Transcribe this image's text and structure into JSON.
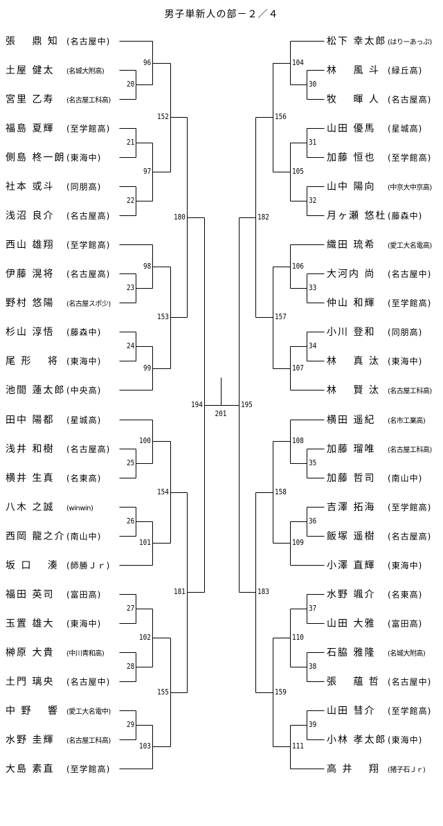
{
  "title": "男子単新人の部－２／４",
  "final": {
    "id": "201"
  },
  "left": {
    "players": [
      {
        "name": "張　 鼎 知",
        "team": "(名古屋中)"
      },
      {
        "name": "土屋 健太",
        "team": "(名城大附高)"
      },
      {
        "name": "宮里 乙寿",
        "team": "(名古屋工科高)"
      },
      {
        "name": "福島 夏輝",
        "team": "(至学館高)"
      },
      {
        "name": "側島 柊一朗",
        "team": "(東海中)"
      },
      {
        "name": "社本 或斗",
        "team": "(同朋高)"
      },
      {
        "name": "浅沼 良介",
        "team": "(名古屋高)"
      },
      {
        "name": "西山 雄翔",
        "team": "(至学館高)"
      },
      {
        "name": "伊藤 滉将",
        "team": "(名古屋高)"
      },
      {
        "name": "野村 悠陽",
        "team": "(名古屋スポ少)"
      },
      {
        "name": "杉山 淳悟",
        "team": "(藤森中)"
      },
      {
        "name": "尾 形　 将",
        "team": "(東海中)"
      },
      {
        "name": "池間 蓮太郎",
        "team": "(中央高)"
      },
      {
        "name": "田中 陽都",
        "team": "(星城高)"
      },
      {
        "name": "浅井 和樹",
        "team": "(名古屋高)"
      },
      {
        "name": "横井 生真",
        "team": "(名東高)"
      },
      {
        "name": "八木 之誠",
        "team": "(winwin)"
      },
      {
        "name": "西岡 龍之介",
        "team": "(南山中)"
      },
      {
        "name": "坂 口　 湊",
        "team": "(師勝Ｊｒ)"
      },
      {
        "name": "福田 英司",
        "team": "(富田高)"
      },
      {
        "name": "玉置 雄大",
        "team": "(東海中)"
      },
      {
        "name": "榊原 大貴",
        "team": "(中川青和高)"
      },
      {
        "name": "土門 璃央",
        "team": "(名古屋中)"
      },
      {
        "name": "中 野　 響",
        "team": "(愛工大名電中)"
      },
      {
        "name": "水野 圭輝",
        "team": "(名古屋工科高)"
      },
      {
        "name": "大島 素直",
        "team": "(至学館高)"
      }
    ],
    "bracket": {
      "id": "194",
      "c": [
        {
          "id": "180",
          "c": [
            {
              "id": "152",
              "c": [
                {
                  "id": "96",
                  "c": [
                    0,
                    {
                      "id": "20",
                      "c": [
                        1,
                        2
                      ]
                    }
                  ]
                },
                {
                  "id": "97",
                  "c": [
                    {
                      "id": "21",
                      "c": [
                        3,
                        4
                      ]
                    },
                    {
                      "id": "22",
                      "c": [
                        5,
                        6
                      ]
                    }
                  ]
                }
              ]
            },
            {
              "id": "153",
              "c": [
                {
                  "id": "98",
                  "c": [
                    7,
                    {
                      "id": "23",
                      "c": [
                        8,
                        9
                      ]
                    }
                  ]
                },
                {
                  "id": "99",
                  "c": [
                    {
                      "id": "24",
                      "c": [
                        10,
                        11
                      ]
                    },
                    12
                  ]
                }
              ]
            }
          ]
        },
        {
          "id": "181",
          "c": [
            {
              "id": "154",
              "c": [
                {
                  "id": "100",
                  "c": [
                    13,
                    {
                      "id": "25",
                      "c": [
                        14,
                        15
                      ]
                    }
                  ]
                },
                {
                  "id": "101",
                  "c": [
                    {
                      "id": "26",
                      "c": [
                        16,
                        17
                      ]
                    },
                    18
                  ]
                }
              ]
            },
            {
              "id": "155",
              "c": [
                {
                  "id": "102",
                  "c": [
                    {
                      "id": "27",
                      "c": [
                        19,
                        20
                      ]
                    },
                    {
                      "id": "28",
                      "c": [
                        21,
                        22
                      ]
                    }
                  ]
                },
                {
                  "id": "103",
                  "c": [
                    {
                      "id": "29",
                      "c": [
                        23,
                        24
                      ]
                    },
                    25
                  ]
                }
              ]
            }
          ]
        }
      ]
    }
  },
  "right": {
    "players": [
      {
        "name": "松下 幸太郎",
        "team": "(はりーあっぷ)"
      },
      {
        "name": "林　 風 斗",
        "team": "(緑丘高)"
      },
      {
        "name": "牧　 暉 人",
        "team": "(名古屋高)"
      },
      {
        "name": "山田 優馬",
        "team": "(星城高)"
      },
      {
        "name": "加藤 恒也",
        "team": "(至学館高)"
      },
      {
        "name": "山中 陽向",
        "team": "(中京大中京高)"
      },
      {
        "name": "月ヶ瀬 悠杜",
        "team": "(藤森中)"
      },
      {
        "name": "織田 琉希",
        "team": "(愛工大名電高)"
      },
      {
        "name": "大河内 尚",
        "team": "(名古屋中)"
      },
      {
        "name": "仲山 和輝",
        "team": "(至学館高)"
      },
      {
        "name": "小川 登和",
        "team": "(同朋高)"
      },
      {
        "name": "林　 真 汰",
        "team": "(東海中)"
      },
      {
        "name": "林　 賢 汰",
        "team": "(名古屋工科高)"
      },
      {
        "name": "横田 遥紀",
        "team": "(名市工業高)"
      },
      {
        "name": "加藤 瑠唯",
        "team": "(名古屋工科高)"
      },
      {
        "name": "加藤 哲司",
        "team": "(南山中)"
      },
      {
        "name": "吉澤 拓海",
        "team": "(至学館高)"
      },
      {
        "name": "飯塚 遥樹",
        "team": "(名古屋高)"
      },
      {
        "name": "小澤 直輝",
        "team": "(東海中)"
      },
      {
        "name": "水野 颯介",
        "team": "(名東高)"
      },
      {
        "name": "山田 大雅",
        "team": "(富田高)"
      },
      {
        "name": "石脇 雅隆",
        "team": "(名城大附高)"
      },
      {
        "name": "張　 蘊 哲",
        "team": "(名古屋中)"
      },
      {
        "name": "山田 彗介",
        "team": "(至学館高)"
      },
      {
        "name": "小林 孝太郎",
        "team": "(東海中)"
      },
      {
        "name": "高 井　 翔",
        "team": "(猪子石Ｊｒ)"
      }
    ],
    "bracket": {
      "id": "195",
      "c": [
        {
          "id": "182",
          "c": [
            {
              "id": "156",
              "c": [
                {
                  "id": "104",
                  "c": [
                    0,
                    {
                      "id": "30",
                      "c": [
                        1,
                        2
                      ]
                    }
                  ]
                },
                {
                  "id": "105",
                  "c": [
                    {
                      "id": "31",
                      "c": [
                        3,
                        4
                      ]
                    },
                    {
                      "id": "32",
                      "c": [
                        5,
                        6
                      ]
                    }
                  ]
                }
              ]
            },
            {
              "id": "157",
              "c": [
                {
                  "id": "106",
                  "c": [
                    7,
                    {
                      "id": "33",
                      "c": [
                        8,
                        9
                      ]
                    }
                  ]
                },
                {
                  "id": "107",
                  "c": [
                    {
                      "id": "34",
                      "c": [
                        10,
                        11
                      ]
                    },
                    12
                  ]
                }
              ]
            }
          ]
        },
        {
          "id": "183",
          "c": [
            {
              "id": "158",
              "c": [
                {
                  "id": "108",
                  "c": [
                    13,
                    {
                      "id": "35",
                      "c": [
                        14,
                        15
                      ]
                    }
                  ]
                },
                {
                  "id": "109",
                  "c": [
                    {
                      "id": "36",
                      "c": [
                        16,
                        17
                      ]
                    },
                    18
                  ]
                }
              ]
            },
            {
              "id": "159",
              "c": [
                {
                  "id": "110",
                  "c": [
                    {
                      "id": "37",
                      "c": [
                        19,
                        20
                      ]
                    },
                    {
                      "id": "38",
                      "c": [
                        21,
                        22
                      ]
                    }
                  ]
                },
                {
                  "id": "111",
                  "c": [
                    {
                      "id": "39",
                      "c": [
                        23,
                        24
                      ]
                    },
                    25
                  ]
                }
              ]
            }
          ]
        }
      ]
    }
  }
}
